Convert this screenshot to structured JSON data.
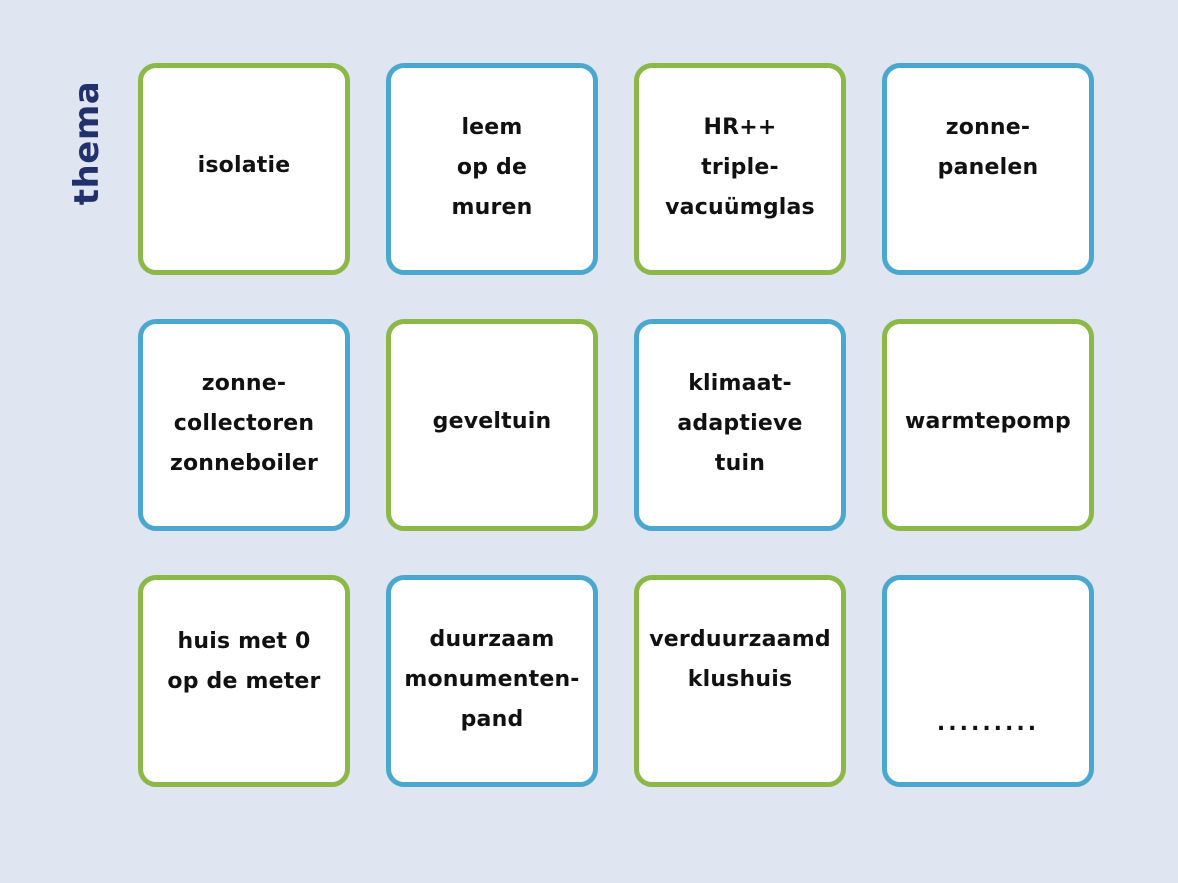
{
  "side_label": "thema",
  "colors": {
    "background": "#e0e5f2",
    "label": "#22316b",
    "green_border": "#8bb847",
    "blue_border": "#4aa8cf"
  },
  "cards": [
    {
      "text": "isolatie",
      "border": "green"
    },
    {
      "text": "leem\nop de\nmuren",
      "border": "blue"
    },
    {
      "text": "HR++\ntriple-\nvacuümglas",
      "border": "green"
    },
    {
      "text": "zonne-\npanelen",
      "border": "blue"
    },
    {
      "text": "zonne-\ncollectoren\nzonneboiler",
      "border": "blue"
    },
    {
      "text": "geveltuin",
      "border": "green"
    },
    {
      "text": "klimaat-\nadaptieve\ntuin",
      "border": "blue"
    },
    {
      "text": "warmtepomp",
      "border": "green"
    },
    {
      "text": "huis met 0\nop de meter",
      "border": "green"
    },
    {
      "text": "duurzaam\nmonumenten-\npand",
      "border": "blue"
    },
    {
      "text": "verduurzaamd\nklushuis",
      "border": "green"
    },
    {
      "text": ".........",
      "border": "blue"
    }
  ]
}
